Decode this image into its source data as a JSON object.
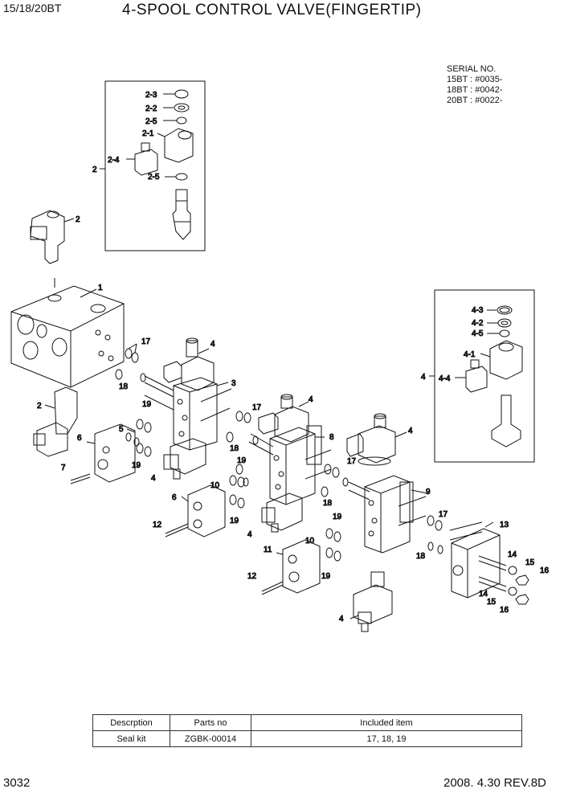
{
  "header": {
    "model": "15/18/20BT",
    "title": "4-SPOOL CONTROL VALVE(FINGERTIP)"
  },
  "serial": {
    "heading": "SERIAL NO.",
    "lines": [
      "15BT : #0035-",
      "18BT : #0042-",
      "20BT : #0022-"
    ]
  },
  "callouts": {
    "c2_3": "2-3",
    "c2_2": "2-2",
    "c2_5a": "2-5",
    "c2_1": "2-1",
    "c2_4": "2-4",
    "c2_5b": "2-5",
    "c2_box": "2",
    "c2_top": "2",
    "c2_left": "2",
    "c1": "1",
    "c3": "3",
    "c4_a": "4",
    "c4_b": "4",
    "c4_c": "4",
    "c4_d": "4",
    "c4_e": "4",
    "c4_f": "4",
    "c4_g": "4",
    "c4_3": "4-3",
    "c4_2": "4-2",
    "c4_5": "4-5",
    "c4_1": "4-1",
    "c4_4": "4-4",
    "c4_box": "4",
    "c5": "5",
    "c6_a": "6",
    "c6_b": "6",
    "c7": "7",
    "c8": "8",
    "c9": "9",
    "c10_a": "10",
    "c10_b": "10",
    "c11": "11",
    "c12_a": "12",
    "c12_b": "12",
    "c13": "13",
    "c14_a": "14",
    "c14_b": "14",
    "c15_a": "15",
    "c15_b": "15",
    "c16_a": "16",
    "c16_b": "16",
    "c17_a": "17",
    "c17_b": "17",
    "c17_c": "17",
    "c17_d": "17",
    "c18_a": "18",
    "c18_b": "18",
    "c18_c": "18",
    "c18_d": "18",
    "c19_a": "19",
    "c19_b": "19",
    "c19_c": "19",
    "c19_d": "19",
    "c19_e": "19",
    "c19_f": "19"
  },
  "kit_table": {
    "headers": [
      "Descrption",
      "Parts no",
      "Included item"
    ],
    "row": [
      "Seal kit",
      "ZGBK-00014",
      "17, 18, 19"
    ]
  },
  "footer": {
    "page": "3032",
    "date_rev": "2008. 4.30  REV.8D"
  }
}
